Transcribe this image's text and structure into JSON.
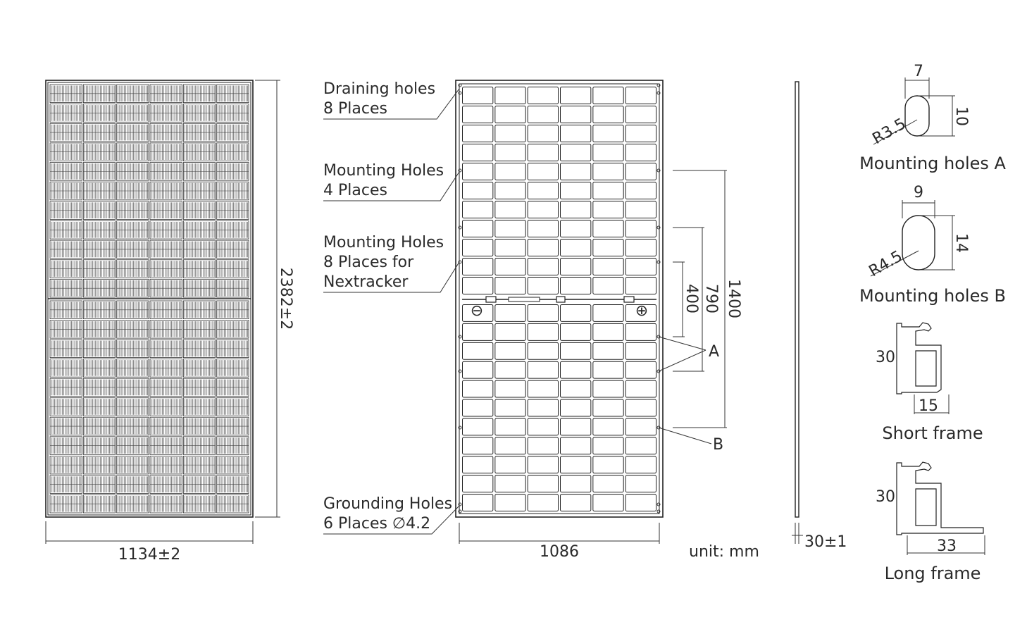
{
  "front_view": {
    "width_dim": "1134±2",
    "height_dim": "2382±2",
    "grid": {
      "columns": 6,
      "rows_per_half": 11,
      "halves": 2
    }
  },
  "back_view": {
    "callouts": {
      "draining": {
        "line1": "Draining holes",
        "line2": "8 Places"
      },
      "mounting4": {
        "line1": "Mounting Holes",
        "line2": "4 Places"
      },
      "mounting8": {
        "line1": "Mounting Holes",
        "line2": "8 Places for",
        "line3": "Nextracker"
      },
      "grounding": {
        "line1": "Grounding Holes",
        "line2": "6 Places ∅4.2"
      }
    },
    "width_dim": "1086",
    "dim_1400": "1400",
    "dim_790": "790",
    "dim_400": "400",
    "label_a": "A",
    "label_b": "B",
    "neg_symbol": "⊖",
    "pos_symbol": "⊕",
    "grid": {
      "columns": 6,
      "rows_per_half": 11
    }
  },
  "unit_label": "unit: mm",
  "side_view": {
    "thickness_dim": "30±1"
  },
  "details": {
    "hole_a": {
      "title": "Mounting holes A",
      "width": "7",
      "height": "10",
      "radius": "R3.5"
    },
    "hole_b": {
      "title": "Mounting holes B",
      "width": "9",
      "height": "14",
      "radius": "R4.5"
    },
    "short_frame": {
      "title": "Short frame",
      "height": "30",
      "width": "15"
    },
    "long_frame": {
      "title": "Long frame",
      "height": "30",
      "width": "33"
    }
  }
}
